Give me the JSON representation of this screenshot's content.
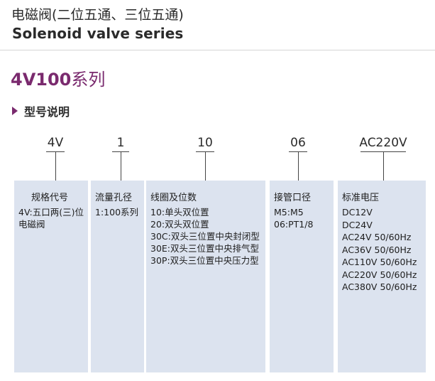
{
  "header": {
    "title_cn": "电磁阀(二位五通、三位五通)",
    "title_en": "Solenoid valve series"
  },
  "series": {
    "model": "4V100",
    "suffix": "系列"
  },
  "section": {
    "label": "型号说明"
  },
  "codes": [
    {
      "label": "4V"
    },
    {
      "label": "1"
    },
    {
      "label": "10"
    },
    {
      "label": "06"
    },
    {
      "label": "AC220V"
    }
  ],
  "boxes": [
    {
      "title": "规格代号",
      "lines": [
        "4V:五口两(三)位",
        "电磁阀"
      ]
    },
    {
      "title": "流量孔径",
      "lines": [
        "1:100系列"
      ]
    },
    {
      "title": "线圈及位数",
      "lines": [
        "10:单头双位置",
        "20:双头双位置",
        "30C:双头三位置中央封闭型",
        "30E:双头三位置中央排气型",
        "30P:双头三位置中央压力型"
      ]
    },
    {
      "title": "接管口径",
      "lines": [
        "M5:M5",
        "06:PT1/8"
      ]
    },
    {
      "title": "标准电压",
      "lines": [
        "DC12V",
        "DC24V",
        "AC24V 50/60Hz",
        "AC36V 50/60Hz",
        "AC110V 50/60Hz",
        "AC220V 50/60Hz",
        "AC380V 50/60Hz"
      ]
    }
  ],
  "colors": {
    "accent": "#7a2a6e",
    "box_fill": "#dce3ef"
  }
}
